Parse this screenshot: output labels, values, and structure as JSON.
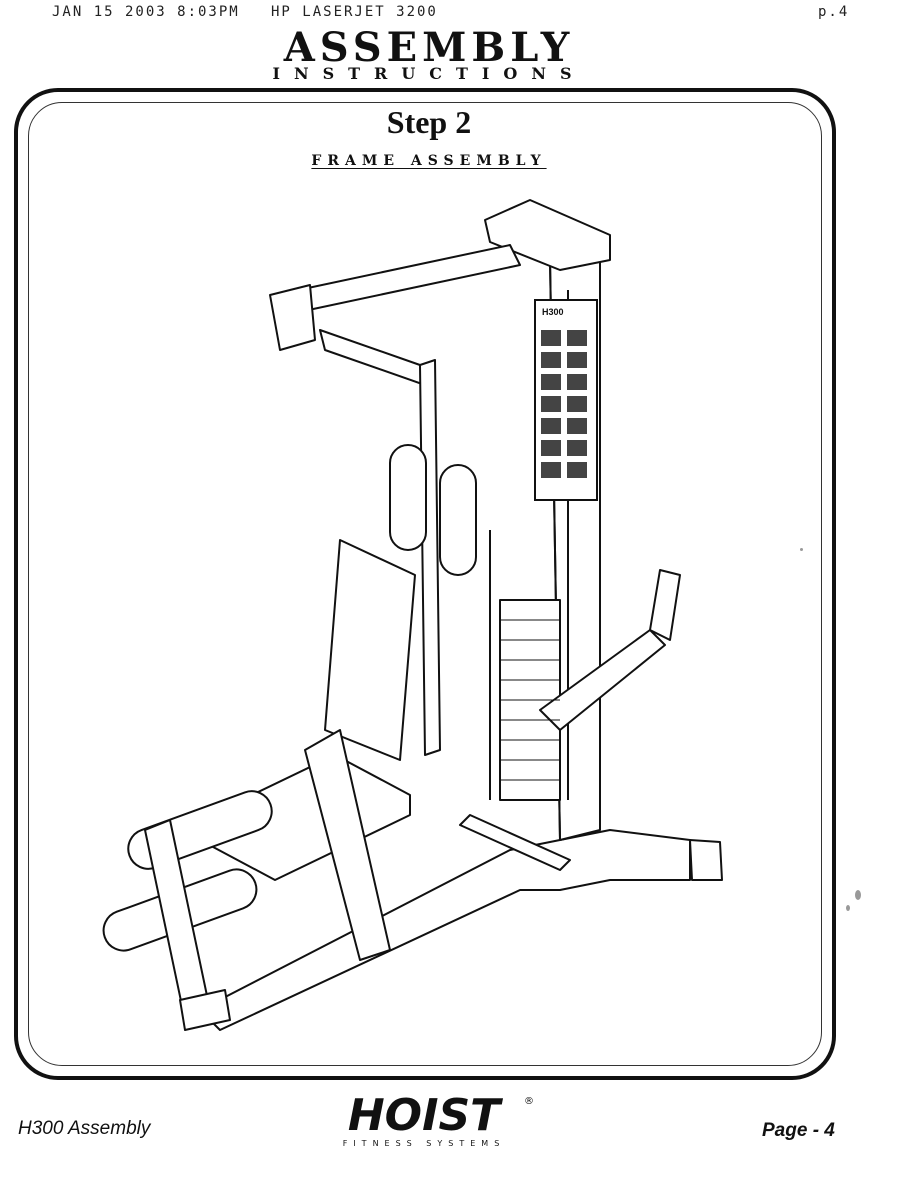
{
  "fax_header": {
    "left": "JAN 15 2003 8:03PM   HP LASERJET 3200",
    "page": "p.4"
  },
  "title": "ASSEMBLY",
  "subtitle": "INSTRUCTIONS",
  "step": {
    "title": "Step 2",
    "subtitle": "FRAME ASSEMBLY"
  },
  "footer": {
    "left": "H300 Assembly",
    "right": "Page - 4"
  },
  "logo": {
    "brand": "HOIST",
    "tagline": "FITNESS SYSTEMS",
    "mark": "®"
  },
  "placard_brand": "H300"
}
